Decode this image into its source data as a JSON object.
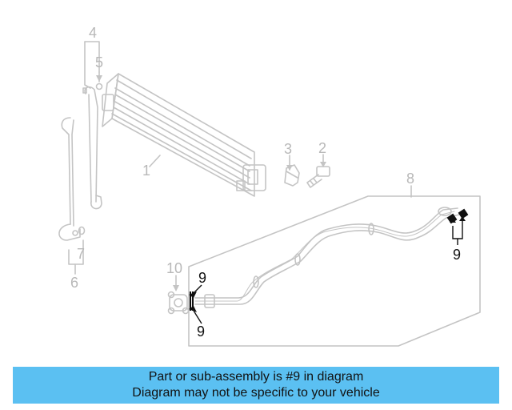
{
  "callouts": {
    "c1": "1",
    "c2": "2",
    "c3": "3",
    "c4": "4",
    "c5": "5",
    "c6": "6",
    "c7": "7",
    "c8": "8",
    "c9_left_top": "9",
    "c9_left_bottom": "9",
    "c9_right": "9",
    "c10": "10"
  },
  "highlight_part": "9",
  "colors": {
    "part_line": "#c4c4c4",
    "highlight": "#111111",
    "banner": "#5bc0f2"
  },
  "banner": {
    "line1": "Part or sub-assembly is #9 in diagram",
    "line2": "Diagram may not be specific to your vehicle"
  }
}
